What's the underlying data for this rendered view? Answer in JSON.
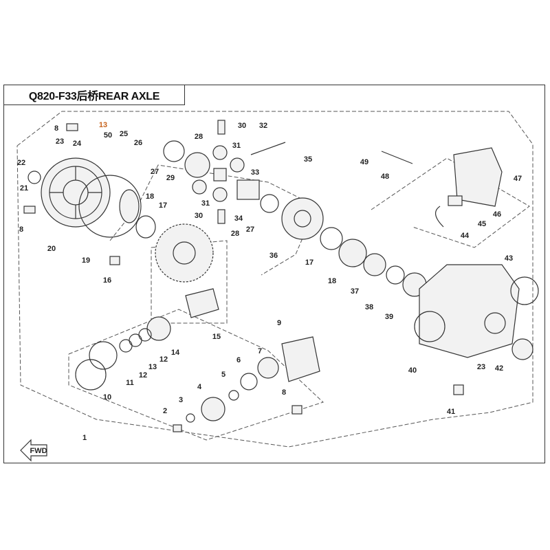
{
  "title": "Q820-F33后桥REAR AXLE",
  "fwd_label": "FWD",
  "callouts": [
    "8",
    "13",
    "50",
    "25",
    "26",
    "23",
    "24",
    "22",
    "21",
    "8",
    "20",
    "19",
    "18",
    "17",
    "16",
    "28",
    "30",
    "32",
    "31",
    "27",
    "29",
    "33",
    "35",
    "30",
    "31",
    "34",
    "27",
    "28",
    "36",
    "17",
    "18",
    "37",
    "38",
    "39",
    "49",
    "48",
    "47",
    "46",
    "45",
    "44",
    "43",
    "40",
    "42",
    "23",
    "41",
    "15",
    "14",
    "12",
    "13",
    "12",
    "11",
    "10",
    "9",
    "7",
    "6",
    "5",
    "4",
    "8",
    "3",
    "2",
    "1"
  ],
  "colors": {
    "highlight_callout": "#c8641e",
    "line": "#333333"
  }
}
